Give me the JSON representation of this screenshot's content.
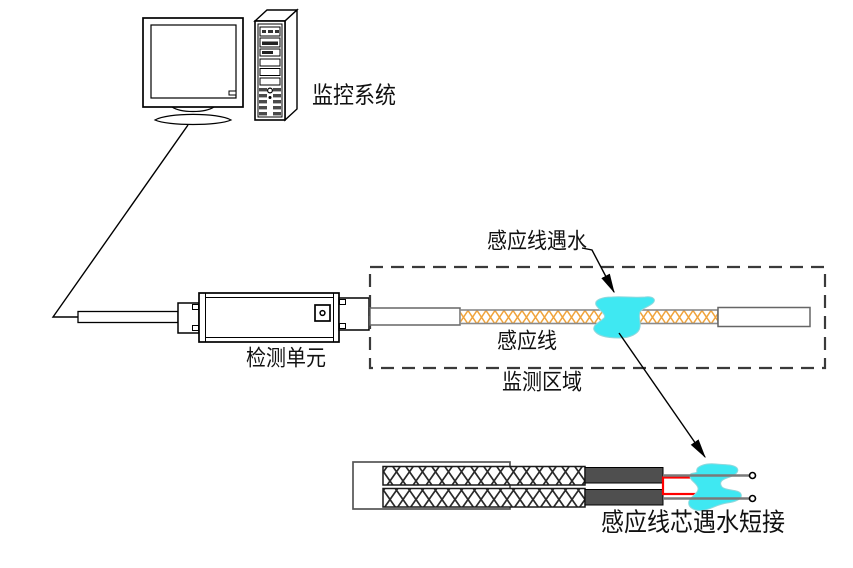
{
  "diagram": {
    "labels": {
      "monitoring_system": "监控系统",
      "detection_unit": "检测单元",
      "sensing_line": "感应线",
      "sensing_line_water": "感应线遇水",
      "monitoring_area": "监测区域",
      "short_circuit": "感应线芯遇水短接"
    },
    "colors": {
      "braid_orange": "#F0A43C",
      "water_cyan": "#3FE8F2",
      "short_circuit_red": "#FF0000",
      "wire_sleeve_gray": "#4F4F4F",
      "dashed_box_gray": "#3A3A3A",
      "outline_black": "#000000"
    }
  }
}
